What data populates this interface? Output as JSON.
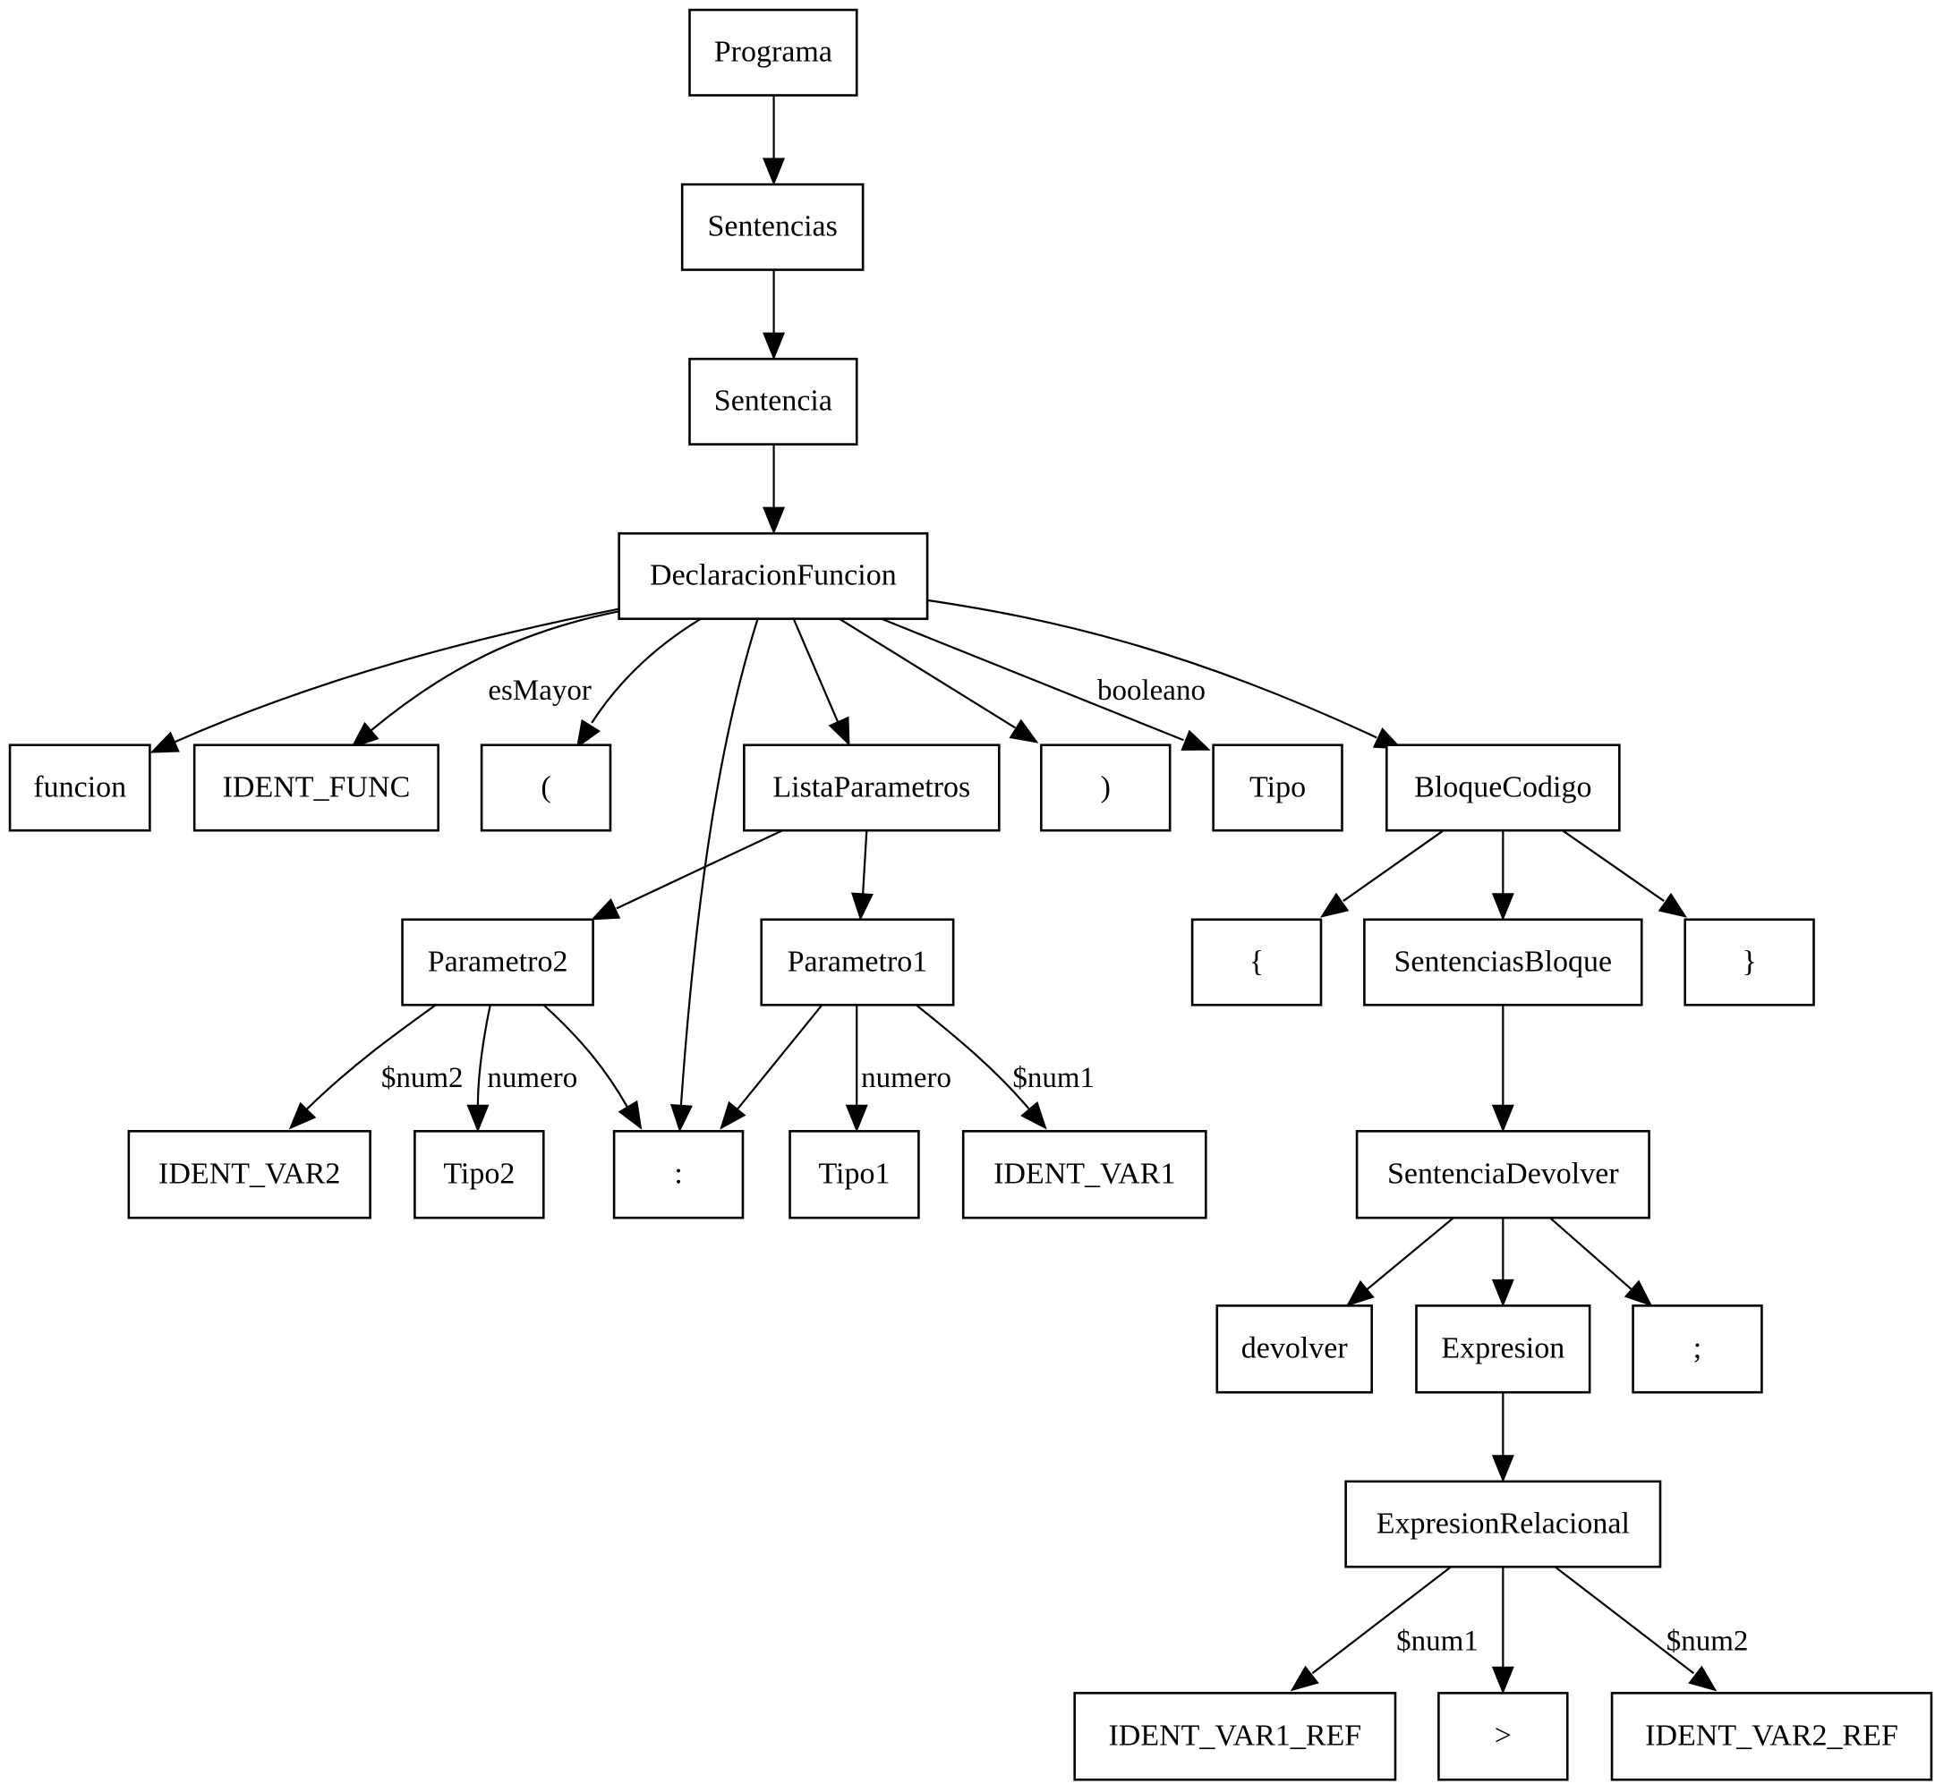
{
  "nodes": [
    {
      "id": "programa",
      "label": "Programa"
    },
    {
      "id": "sentencias",
      "label": "Sentencias"
    },
    {
      "id": "sentencia",
      "label": "Sentencia"
    },
    {
      "id": "declaracion_funcion",
      "label": "DeclaracionFuncion"
    },
    {
      "id": "funcion",
      "label": "funcion"
    },
    {
      "id": "ident_func",
      "label": "IDENT_FUNC"
    },
    {
      "id": "paren_open",
      "label": "("
    },
    {
      "id": "lista_parametros",
      "label": "ListaParametros"
    },
    {
      "id": "paren_close",
      "label": ")"
    },
    {
      "id": "tipo",
      "label": "Tipo"
    },
    {
      "id": "bloque_codigo",
      "label": "BloqueCodigo"
    },
    {
      "id": "parametro2",
      "label": "Parametro2"
    },
    {
      "id": "parametro1",
      "label": "Parametro1"
    },
    {
      "id": "brace_open",
      "label": "{"
    },
    {
      "id": "sentencias_bloque",
      "label": "SentenciasBloque"
    },
    {
      "id": "brace_close",
      "label": "}"
    },
    {
      "id": "ident_var2",
      "label": "IDENT_VAR2"
    },
    {
      "id": "tipo2",
      "label": "Tipo2"
    },
    {
      "id": "colon",
      "label": ":"
    },
    {
      "id": "tipo1",
      "label": "Tipo1"
    },
    {
      "id": "ident_var1",
      "label": "IDENT_VAR1"
    },
    {
      "id": "sentencia_devolver",
      "label": "SentenciaDevolver"
    },
    {
      "id": "devolver",
      "label": "devolver"
    },
    {
      "id": "expresion",
      "label": "Expresion"
    },
    {
      "id": "semicolon",
      "label": ";"
    },
    {
      "id": "expresion_relacional",
      "label": "ExpresionRelacional"
    },
    {
      "id": "ident_var1_ref",
      "label": "IDENT_VAR1_REF"
    },
    {
      "id": "greater_than",
      "label": ">"
    },
    {
      "id": "ident_var2_ref",
      "label": "IDENT_VAR2_REF"
    }
  ],
  "edges": [
    {
      "from": "programa",
      "to": "sentencias",
      "label": ""
    },
    {
      "from": "sentencias",
      "to": "sentencia",
      "label": ""
    },
    {
      "from": "sentencia",
      "to": "declaracion_funcion",
      "label": ""
    },
    {
      "from": "declaracion_funcion",
      "to": "funcion",
      "label": ""
    },
    {
      "from": "declaracion_funcion",
      "to": "ident_func",
      "label": "esMayor"
    },
    {
      "from": "declaracion_funcion",
      "to": "paren_open",
      "label": ""
    },
    {
      "from": "declaracion_funcion",
      "to": "colon",
      "label": ""
    },
    {
      "from": "declaracion_funcion",
      "to": "lista_parametros",
      "label": ""
    },
    {
      "from": "declaracion_funcion",
      "to": "paren_close",
      "label": ""
    },
    {
      "from": "declaracion_funcion",
      "to": "tipo",
      "label": "booleano"
    },
    {
      "from": "declaracion_funcion",
      "to": "bloque_codigo",
      "label": ""
    },
    {
      "from": "lista_parametros",
      "to": "parametro2",
      "label": ""
    },
    {
      "from": "lista_parametros",
      "to": "parametro1",
      "label": ""
    },
    {
      "from": "bloque_codigo",
      "to": "brace_open",
      "label": ""
    },
    {
      "from": "bloque_codigo",
      "to": "sentencias_bloque",
      "label": ""
    },
    {
      "from": "bloque_codigo",
      "to": "brace_close",
      "label": ""
    },
    {
      "from": "parametro2",
      "to": "ident_var2",
      "label": "$num2"
    },
    {
      "from": "parametro2",
      "to": "tipo2",
      "label": "numero"
    },
    {
      "from": "parametro2",
      "to": "colon",
      "label": ""
    },
    {
      "from": "parametro1",
      "to": "colon",
      "label": ""
    },
    {
      "from": "parametro1",
      "to": "tipo1",
      "label": "numero"
    },
    {
      "from": "parametro1",
      "to": "ident_var1",
      "label": "$num1"
    },
    {
      "from": "sentencias_bloque",
      "to": "sentencia_devolver",
      "label": ""
    },
    {
      "from": "sentencia_devolver",
      "to": "devolver",
      "label": ""
    },
    {
      "from": "sentencia_devolver",
      "to": "expresion",
      "label": ""
    },
    {
      "from": "sentencia_devolver",
      "to": "semicolon",
      "label": ""
    },
    {
      "from": "expresion",
      "to": "expresion_relacional",
      "label": ""
    },
    {
      "from": "expresion_relacional",
      "to": "ident_var1_ref",
      "label": "$num1"
    },
    {
      "from": "expresion_relacional",
      "to": "greater_than",
      "label": ""
    },
    {
      "from": "expresion_relacional",
      "to": "ident_var2_ref",
      "label": "$num2"
    }
  ]
}
